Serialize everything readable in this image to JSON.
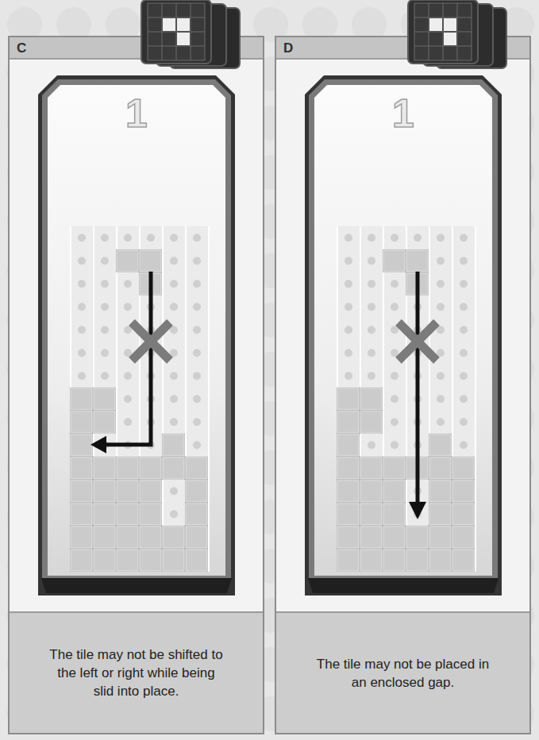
{
  "diagram": {
    "nodes": [
      {
        "text": [
          "C"
        ]
      },
      {
        "text": [
          "1"
        ],
        "in": 0
      },
      {
        "text": [
          "The tile may not be shifted to the left or right while being slid into place."
        ],
        "in": 0
      },
      {
        "text": [
          "D"
        ]
      },
      {
        "text": [
          "1"
        ],
        "in": 3
      },
      {
        "text": [
          "The tile may not be placed in an enclosed gap."
        ],
        "in": 3
      }
    ]
  }
}
